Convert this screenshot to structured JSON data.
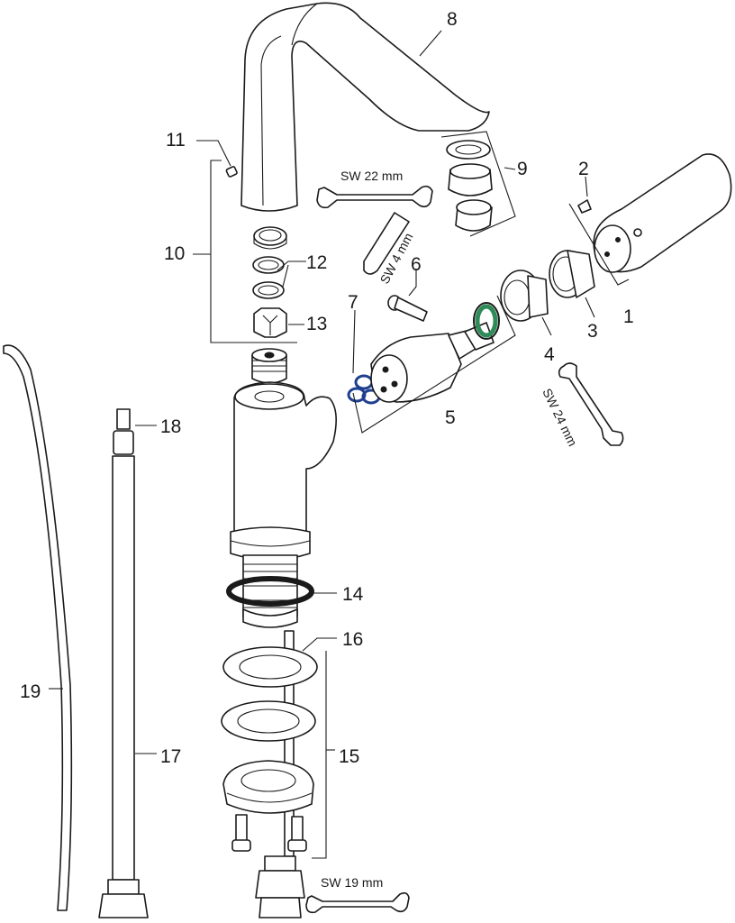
{
  "callouts": {
    "c1": "1",
    "c2": "2",
    "c3": "3",
    "c4": "4",
    "c5": "5",
    "c6": "6",
    "c7": "7",
    "c8": "8",
    "c9": "9",
    "c10": "10",
    "c11": "11",
    "c12": "12",
    "c13": "13",
    "c14": "14",
    "c15": "15",
    "c16": "16",
    "c17": "17",
    "c18": "18",
    "c19": "19"
  },
  "tools": {
    "wrench_22": "SW 22 mm",
    "hex_4": "SW 4 mm",
    "wrench_24": "SW 24 mm",
    "wrench_19": "SW 19 mm"
  },
  "colors": {
    "line": "#1a1a1a",
    "o_ring_blue": "#1f3f8f",
    "ring_green": "#2e8b57"
  }
}
